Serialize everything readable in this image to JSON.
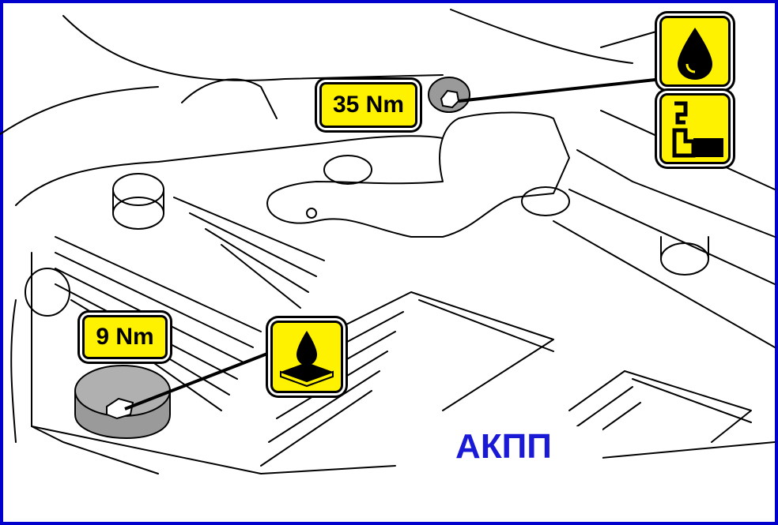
{
  "labels": {
    "torque_upper": "35 Nm",
    "torque_lower": "9 Nm",
    "caption": "АКПП"
  },
  "icons": [
    {
      "name": "oil-drop-icon",
      "color": "#fff200"
    },
    {
      "name": "oil-level-check-icon",
      "color": "#fff200"
    },
    {
      "name": "oil-drain-icon",
      "color": "#fff200"
    }
  ],
  "colors": {
    "border": "#0000cc",
    "icon_bg": "#fff200",
    "caption": "#1a1ad6",
    "plug": "#b0b0b0"
  }
}
